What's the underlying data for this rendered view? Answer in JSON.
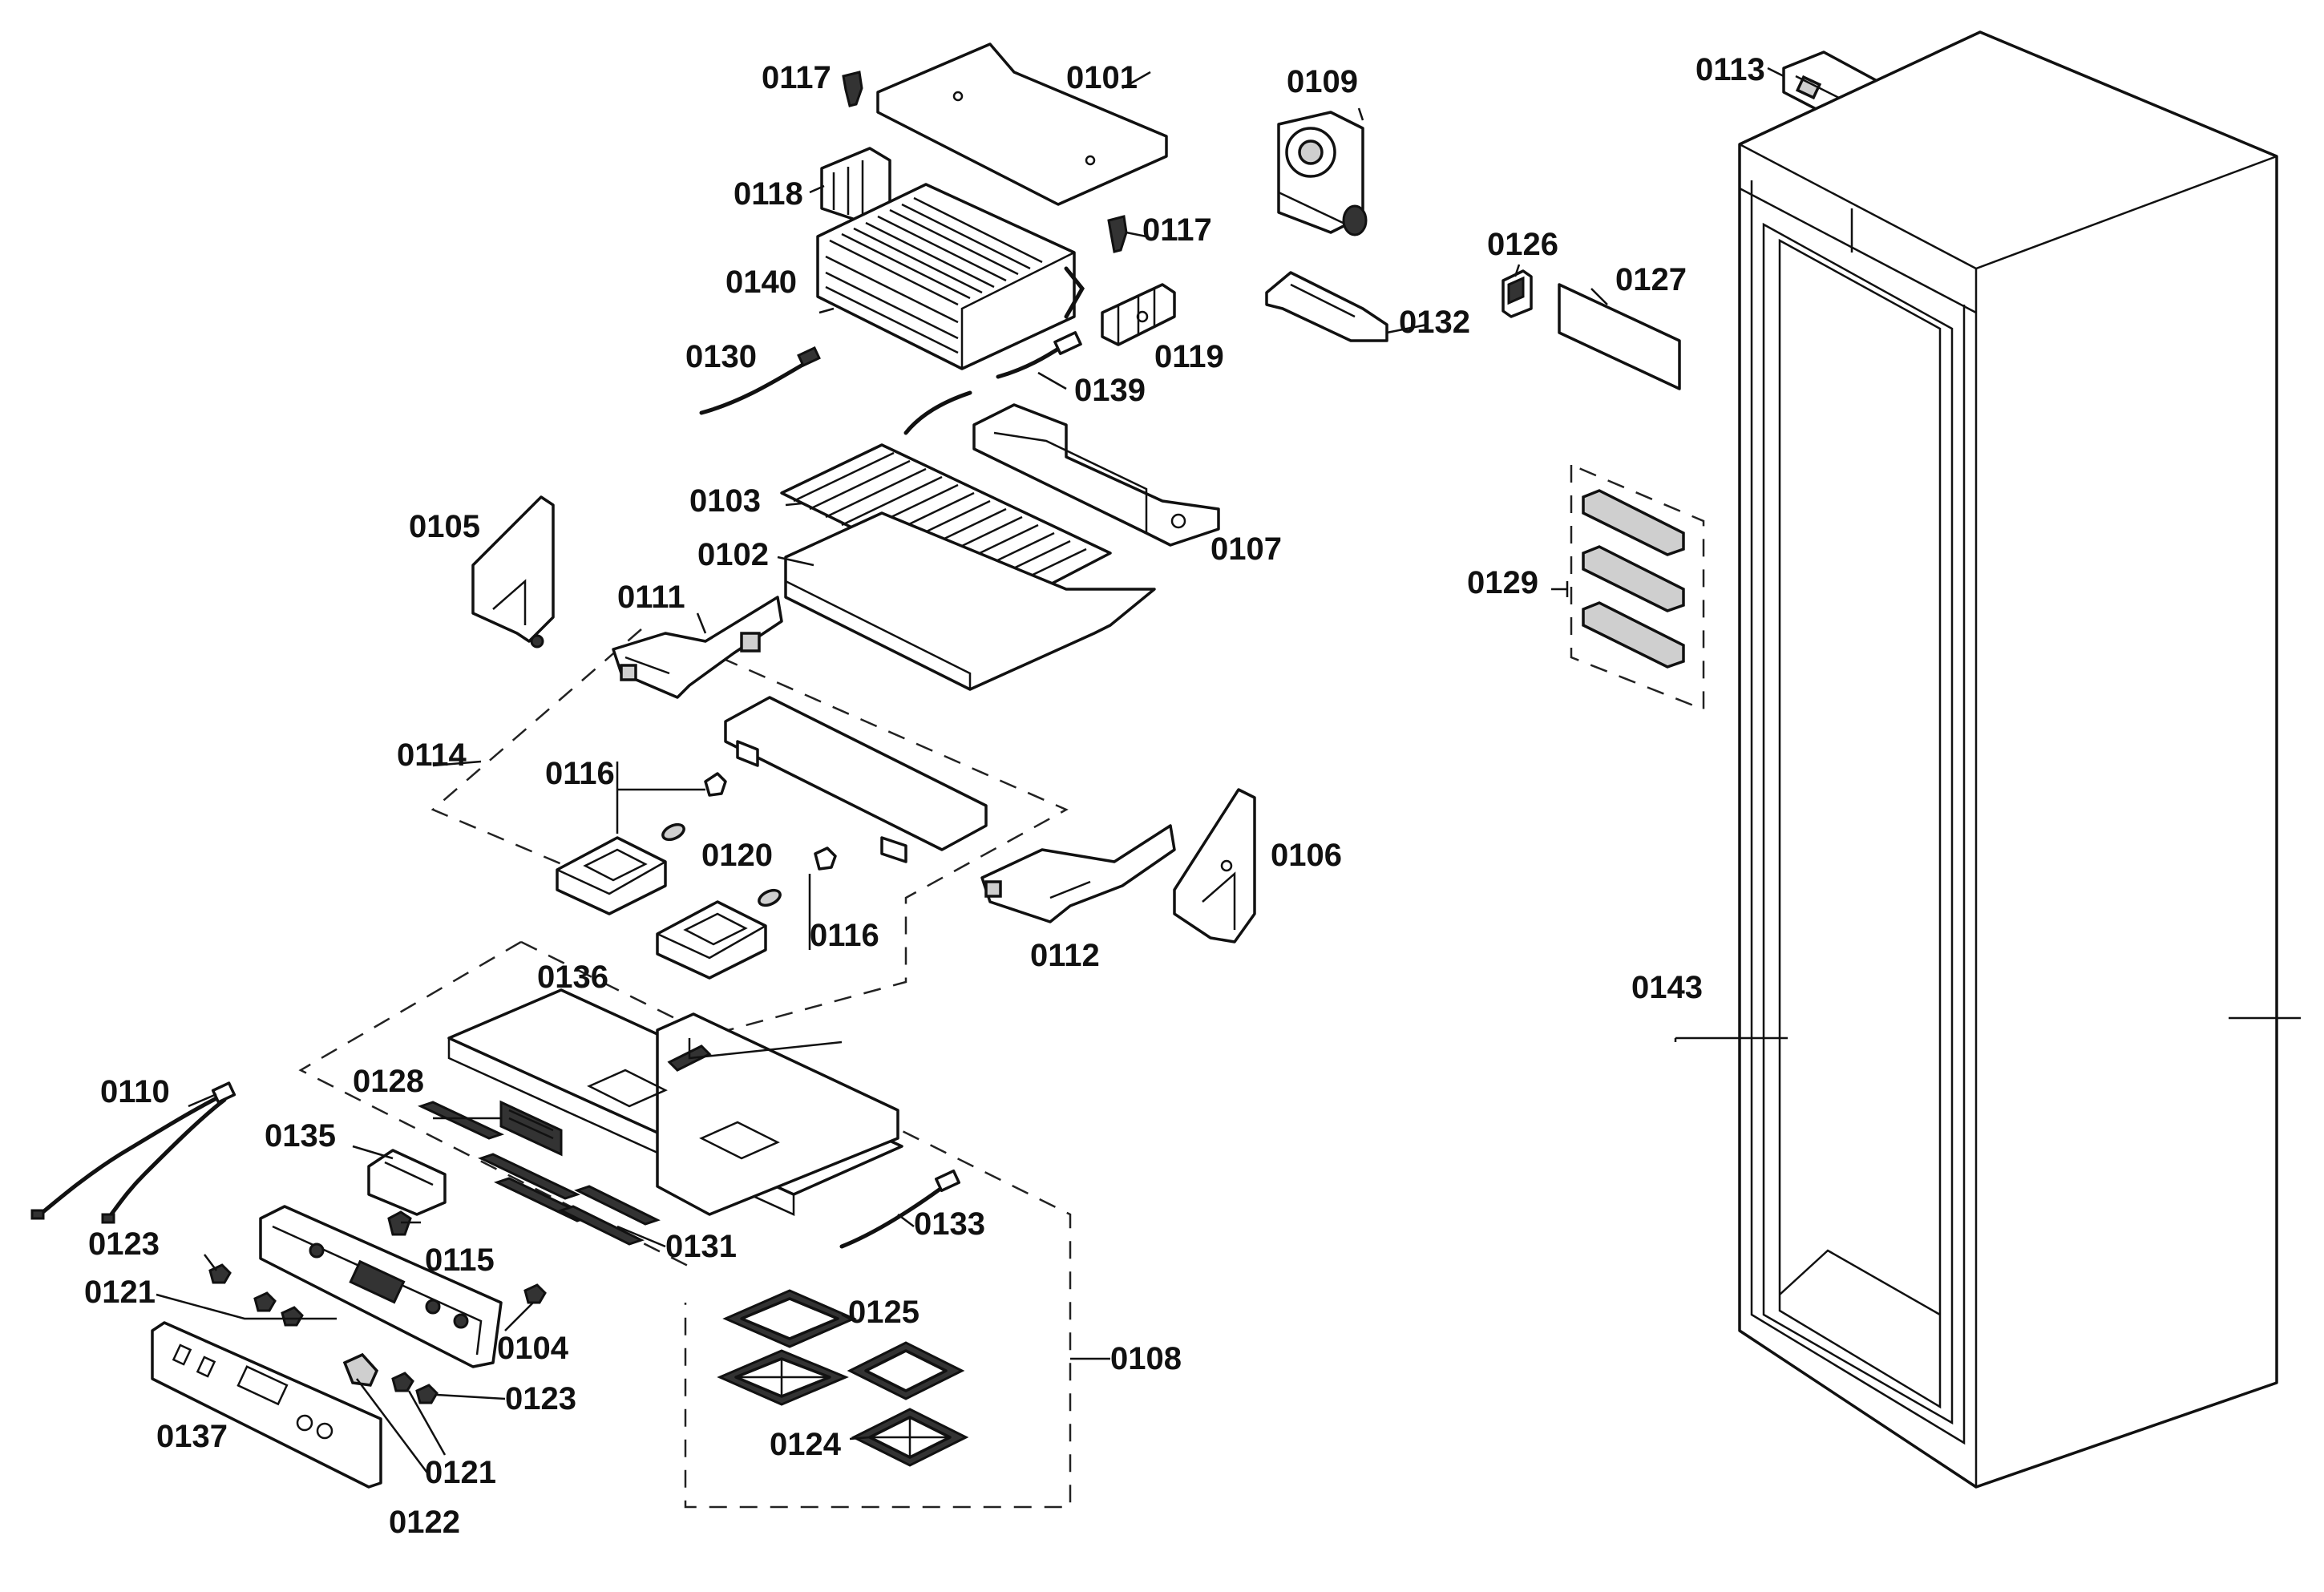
{
  "diagram": {
    "type": "exploded-parts-view",
    "labels": {
      "p0101": "0101",
      "p0102": "0102",
      "p0103": "0103",
      "p0104": "0104",
      "p0105": "0105",
      "p0106": "0106",
      "p0107": "0107",
      "p0108": "0108",
      "p0109": "0109",
      "p0110": "0110",
      "p0111": "0111",
      "p0112": "0112",
      "p0113": "0113",
      "p0114": "0114",
      "p0115": "0115",
      "p0116a": "0116",
      "p0116b": "0116",
      "p0117a": "0117",
      "p0117b": "0117",
      "p0118": "0118",
      "p0119": "0119",
      "p0120": "0120",
      "p0121a": "0121",
      "p0121b": "0121",
      "p0122": "0122",
      "p0123a": "0123",
      "p0123b": "0123",
      "p0124": "0124",
      "p0125": "0125",
      "p0126": "0126",
      "p0127": "0127",
      "p0128": "0128",
      "p0129": "0129",
      "p0130": "0130",
      "p0131": "0131",
      "p0132": "0132",
      "p0133": "0133",
      "p0135": "0135",
      "p0136": "0136",
      "p0137": "0137",
      "p0139": "0139",
      "p0140": "0140",
      "p0143": "0143"
    }
  }
}
